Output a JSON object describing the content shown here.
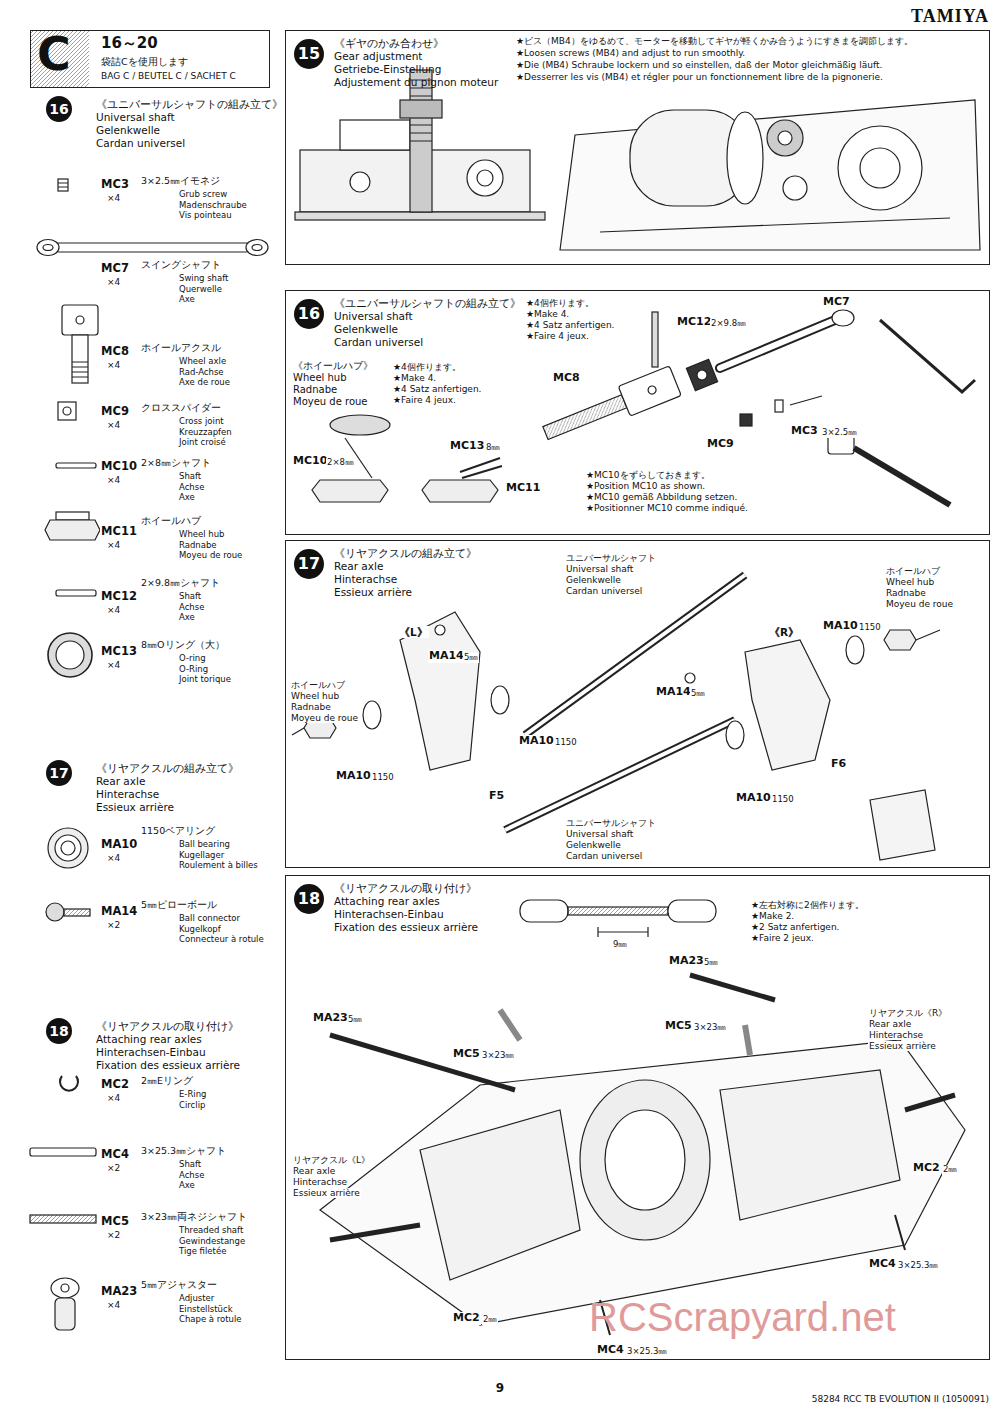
{
  "diagram": {
    "nodes": [
      {
        "text": [
          "C",
          "16～20",
          "袋詰Cを使用します",
          "BAG C / BEUTEL C / SACHET C"
        ]
      },
      {
        "text": [
          "15",
          "《ギヤのかみ合わせ》",
          "Gear adjustment",
          "Getriebe-Einstellung",
          "Adjustement du pignon moteur"
        ]
      },
      {
        "text": [
          "16",
          "《ユニバーサルシャフトの組み立て》",
          "Universal shaft",
          "Gelenkwelle",
          "Cardan universel"
        ]
      },
      {
        "text": [
          "17",
          "《リヤアクスルの組み立て》",
          "Rear axle",
          "Hinterachse",
          "Essieux arrière"
        ]
      },
      {
        "text": [
          "18",
          "《リヤアクスルの取り付け》",
          "Attaching rear axles",
          "Hinterachsen-Einbau",
          "Fixation des essieux arrière"
        ]
      }
    ],
    "labels": [
      "TAMIYA",
      "16",
      "《ユニバーサルシャフトの組み立て》",
      "Universal shaft",
      "Gelenkwelle",
      "Cardan universel",
      "MC3",
      "×4",
      "3×2.5㎜イモネジ",
      "Grub screw",
      "Madenschraube",
      "Vis pointeau",
      "MC7",
      "×4",
      "スイングシャフト",
      "Swing shaft",
      "Querwelle",
      "Axe",
      "MC8",
      "×4",
      "ホイールアクスル",
      "Wheel axle",
      "Rad-Achse",
      "Axe de roue",
      "MC9",
      "×4",
      "クロススパイダー",
      "Cross joint",
      "Kreuzzapfen",
      "Joint croisé",
      "MC10",
      "×4",
      "2×8㎜シャフト",
      "Shaft",
      "Achse",
      "Axe",
      "MC11",
      "×4",
      "ホイールハブ",
      "Wheel hub",
      "Radnabe",
      "Moyeu de roue",
      "MC12",
      "×4",
      "2×9.8㎜シャフト",
      "Shaft",
      "Achse",
      "Axe",
      "MC13",
      "×4",
      "8㎜Oリング（大）",
      "O-ring",
      "O-Ring",
      "Joint torique",
      "17",
      "《リヤアクスルの組み立て》",
      "Rear axle",
      "Hinterachse",
      "Essieux arrière",
      "MA10",
      "×4",
      "1150ベアリング",
      "Ball bearing",
      "Kugellager",
      "Roulement à billes",
      "MA14",
      "×2",
      "5㎜ピローボール",
      "Ball connector",
      "Kugelkopf",
      "Connecteur à rotule",
      "18",
      "《リヤアクスルの取り付け》",
      "Attaching rear axles",
      "Hinterachsen-Einbau",
      "Fixation des essieux arrière",
      "MC2",
      "×4",
      "2㎜Eリング",
      "E-Ring",
      "Circlip",
      "MC4",
      "×2",
      "3×25.3㎜シャフト",
      "Shaft",
      "Achse",
      "Axe",
      "MC5",
      "×2",
      "3×23㎜両ネジシャフト",
      "Threaded shaft",
      "Gewindestange",
      "Tige filetée",
      "MA23",
      "×4",
      "5㎜アジャスター",
      "Adjuster",
      "Einstellstück",
      "Chape à rotule",
      "★ビス（MB4）をゆるめて、モーターを移動してギヤが軽くかみ合うようにすきまを調節します。",
      "★Loosen screws (MB4) and adjust to run smoothly.",
      "★Die (MB4) Schraube lockern und so einstellen, daß der Motor gleichmäßig läuft.",
      "★Desserrer les vis (MB4) et régler pour un fonctionnement libre de la pignonerie.",
      "★4個作ります。",
      "★Make 4.",
      "★4 Satz anfertigen.",
      "★Faire 4 jeux.",
      "《ホイールハブ》",
      "Wheel hub",
      "Radnabe",
      "Moyeu de roue",
      "★4個作ります。",
      "★Make 4.",
      "★4 Satz anfertigen.",
      "★Faire 4 jeux.",
      "MC12",
      "2×9.8㎜",
      "MC7",
      "MC8",
      "MC3",
      "3×2.5㎜",
      "MC9",
      "MC13",
      "8㎜",
      "MC10",
      "2×8㎜",
      "MC11",
      "★MC10をずらしておきます。",
      "★Position MC10 as shown.",
      "★MC10 gemäß Abbildung setzen.",
      "★Positionner MC10 comme indiqué.",
      "ユニバーサルシャフト",
      "Universal shaft",
      "Gelenkwelle",
      "Cardan universel",
      "ホイールハブ",
      "Wheel hub",
      "Radnabe",
      "Moyeu de roue",
      "《L》",
      "《R》",
      "MA14",
      "5㎜",
      "MA14",
      "5㎜",
      "MA10",
      "1150",
      "ホイールハブ",
      "Wheel hub",
      "Radnabe",
      "Moyeu de roue",
      "MA10",
      "1150",
      "MA10",
      "1150",
      "MA10",
      "1150",
      "F5",
      "F6",
      "ユニバーサルシャフト",
      "Universal shaft",
      "Gelenkwelle",
      "Cardan universel",
      "★左右対称に2個作ります。",
      "★Make 2.",
      "★2 Satz anfertigen.",
      "★Faire 2 jeux.",
      "9㎜",
      "MA23",
      "5㎜",
      "MA23",
      "5㎜",
      "MC5",
      "3×23㎜",
      "MC5",
      "3×23㎜",
      "リヤアクスル《R》",
      "Rear axle",
      "Hinterachse",
      "Essieux arrière",
      "リヤアクスル《L》",
      "Rear axle",
      "Hinterachse",
      "Essieux arrière",
      "MC2",
      "2㎜",
      "MC4",
      "3×25.3㎜",
      "MC2",
      "2㎜",
      "MC4",
      "3×25.3㎜",
      "9",
      "58284 RCC TB EVOLUTION II (1050091)",
      "RCScrapyard.net"
    ]
  }
}
